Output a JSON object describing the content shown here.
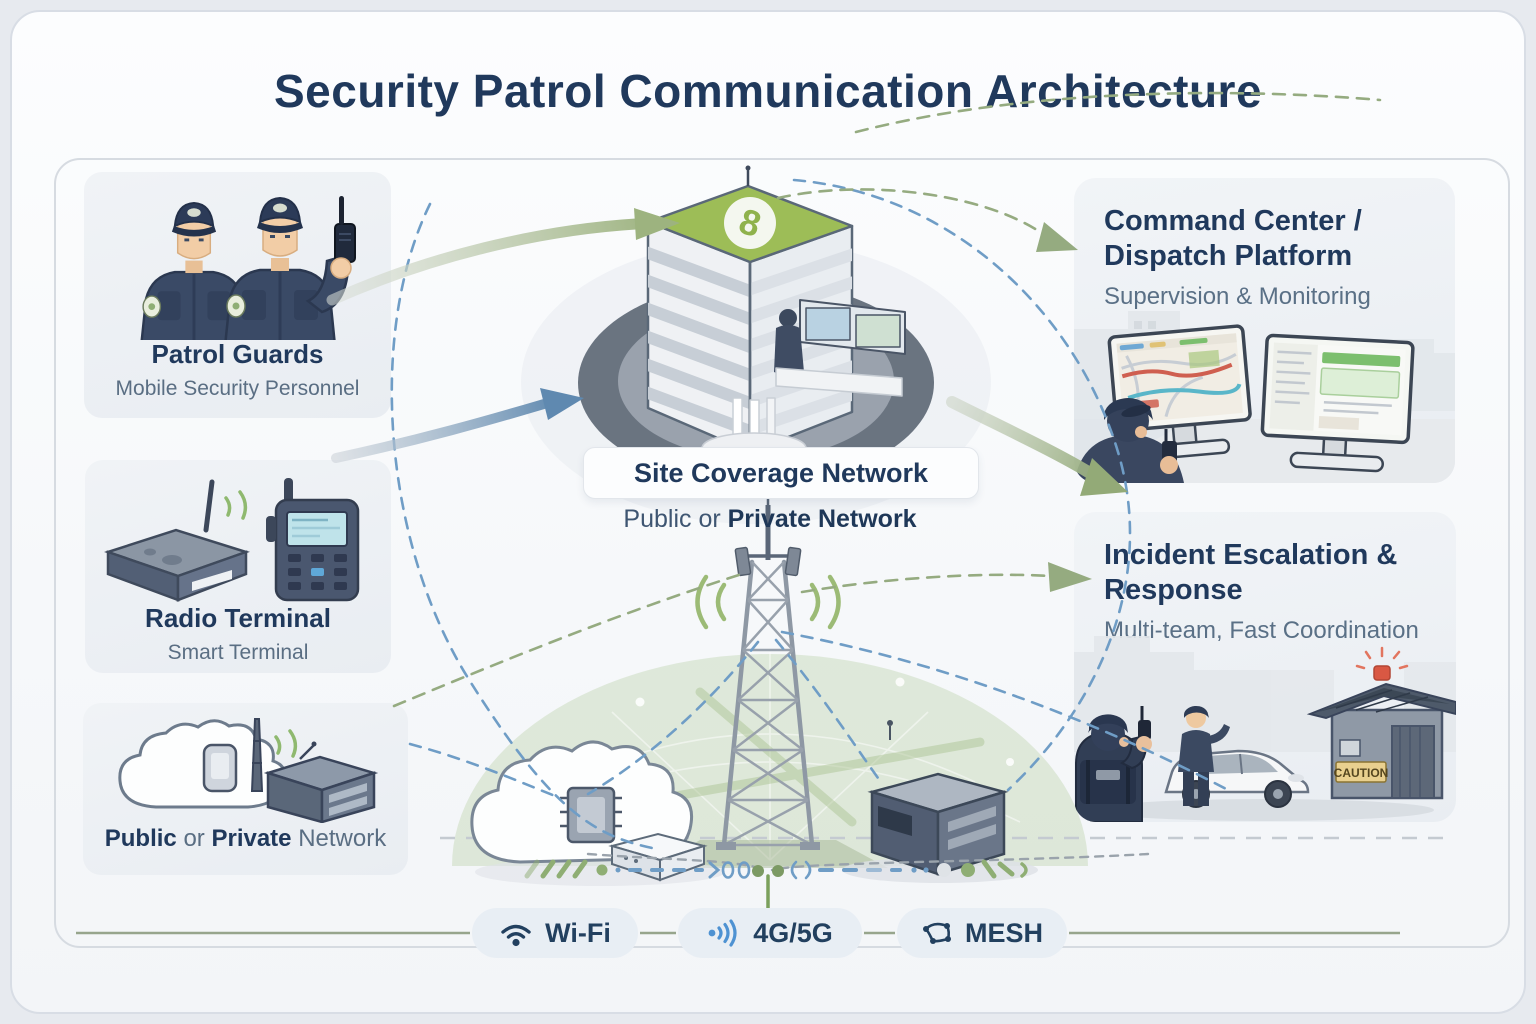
{
  "title": "Security Patrol Communication Architecture",
  "left_boxes": [
    {
      "title": "Patrol Guards",
      "subtitle": "Mobile Security Personnel"
    },
    {
      "title": "Radio Terminal",
      "subtitle": "Smart Terminal"
    },
    {
      "caption": {
        "bold1": "Public",
        "mid": " or ",
        "bold2": "Private",
        "tail": " Network"
      }
    }
  ],
  "center": {
    "label": "Site Coverage Network",
    "subtitle_prefix": "Public or ",
    "subtitle_bold": "Private Network",
    "roof_glyph": "8"
  },
  "right_boxes": [
    {
      "title": "Command Center / Dispatch Platform",
      "subtitle": "Supervision & Monitoring"
    },
    {
      "title": "Incident Escalation & Response",
      "subtitle": "Multi-team, Fast Coordination",
      "caution": "CAUTION"
    }
  ],
  "legend": {
    "items": [
      {
        "icon": "wifi-icon",
        "label": "Wi-Fi"
      },
      {
        "icon": "cellular-signal-icon",
        "label": "4G/5G"
      },
      {
        "icon": "mesh-network-icon",
        "label": "MESH"
      }
    ]
  },
  "colors": {
    "title_navy": "#20395c",
    "subtitle_gray": "#5a6e83",
    "arrow_green": "#9db37f",
    "arrow_blue": "#5f89b0",
    "dashed_blue": "#6f9dc6",
    "dashed_green": "#95ab80",
    "roof_green": "#9dbd57",
    "alert_red": "#d95843",
    "caution_bg": "#e9d08f"
  }
}
